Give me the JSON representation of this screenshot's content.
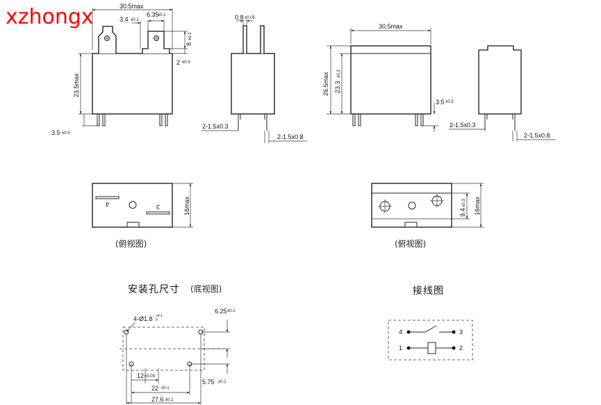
{
  "watermark": "xzhongx",
  "front_view": {
    "width_label": "30.5max",
    "terminal_pitch_label": "3.4",
    "terminal_pitch_tol": "±0.2",
    "terminal_width_label": "6.35",
    "terminal_width_tol": "±0.1",
    "terminal_height_label": "8",
    "terminal_height_tol": "±0.2",
    "gap_label": "2",
    "gap_tol": "±0.3",
    "height_label": "23.5max",
    "pin_length_label": "3.5",
    "pin_length_tol": "±0.5"
  },
  "side_view_left": {
    "tab_label": "0.8",
    "tab_tol": "±0.05",
    "pin_label_a": "2-1.5x0.3",
    "pin_label_b": "2-1.5x0.8"
  },
  "front_view_right": {
    "width_label": "30.5max",
    "overall_height_label": "26.5max",
    "body_height_label": "23.3",
    "body_height_tol": "±0.3",
    "pin_length_label": "3.5",
    "pin_length_tol": "±0.5"
  },
  "side_view_right": {
    "pin_label_a": "2-1.5x0.3",
    "pin_label_b": "2-1.5x0.8"
  },
  "top_view_left": {
    "depth_label": "16max",
    "terminal_4": "4",
    "terminal_3": "3",
    "caption": "(俯视图)"
  },
  "top_view_right": {
    "inner_label": "9.4",
    "inner_tol": "±0.3",
    "depth_label": "16max",
    "caption": "(俯视图)"
  },
  "mounting": {
    "title": "安装孔尺寸",
    "subtitle": "(底视图)",
    "hole_label": "4-Ø1.8",
    "hole_tol_top": "+0.1",
    "hole_tol_bottom": "0",
    "dim_625": "6.25",
    "dim_625_tol": "±0.1",
    "dim_12": "12",
    "dim_12_tol": "±0.05",
    "dim_575": "5.75",
    "dim_575_tol": "±0.1",
    "dim_22": "22",
    "dim_22_tol": "±0.1",
    "dim_276": "27.6",
    "dim_276_tol": "±0.1"
  },
  "wiring": {
    "title": "接线图",
    "pin_4": "4",
    "pin_3": "3",
    "pin_1": "1",
    "pin_2": "2"
  }
}
